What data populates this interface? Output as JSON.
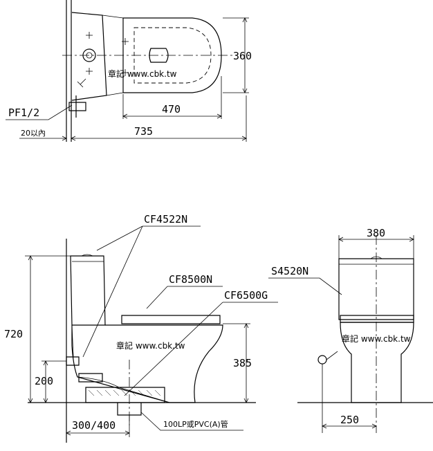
{
  "watermark": "章記 www.cbk.tw",
  "top_view": {
    "dim_width": "360",
    "dim_seat_length": "470",
    "dim_total_length": "735",
    "pipe_label": "PF1/2",
    "wall_gap": "20以內"
  },
  "side_view": {
    "tank_model": "CF4522N",
    "seat_model": "CF8500N",
    "bowl_model": "CF6500G",
    "dim_height": "720",
    "dim_seat_height": "385",
    "dim_inlet_height": "200",
    "dim_rough_in": "300/400",
    "drain_label": "100LP或PVC(A)管"
  },
  "front_view": {
    "model": "S4520N",
    "dim_width": "380",
    "dim_base_width": "250"
  }
}
